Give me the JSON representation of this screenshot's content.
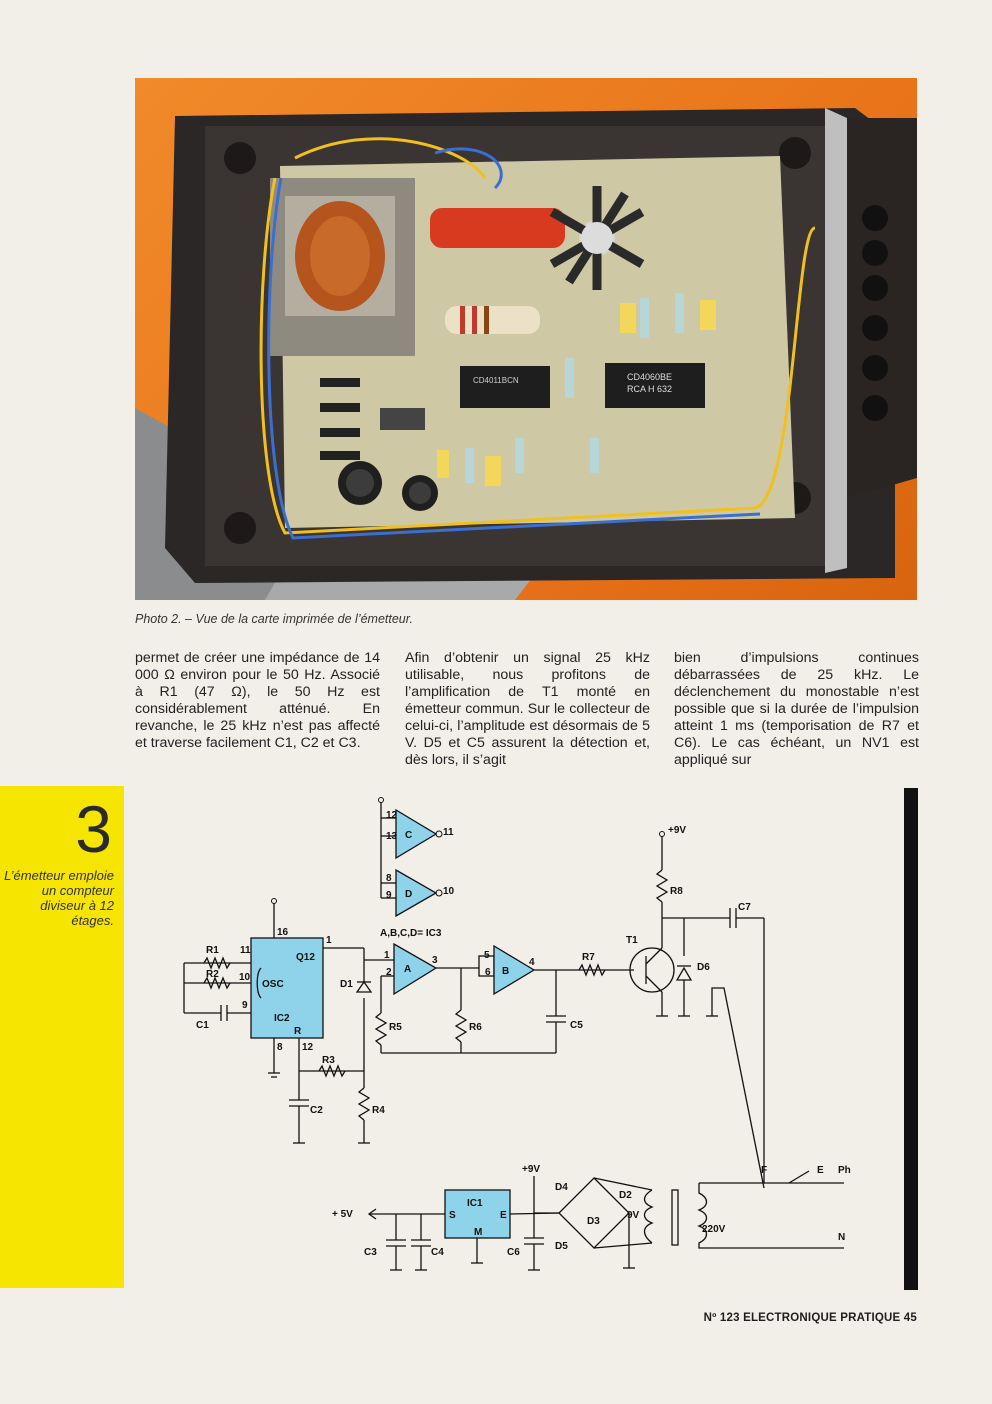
{
  "photo": {
    "caption": "Photo 2. – Vue de la carte imprimée de l’émetteur.",
    "chip1": [
      "CD4011BCN"
    ],
    "chip2": [
      "CD4060BE",
      "RCA H 632"
    ]
  },
  "columns": [
    "permet de créer une impédance de 14 000 Ω environ pour le 50 Hz. Associé à R1 (47 Ω), le 50 Hz est considérablement atténué. En revanche, le 25 kHz n’est pas affecté et traverse facilement C1, C2 et C3.",
    "Afin d’obtenir un signal 25 kHz utilisable, nous profitons de l’amplification de T1 monté en émetteur commun. Sur le collecteur de celui-ci, l’amplitude est désormais de 5 V. D5 et C5 assurent la détection et, dès lors, il s’agit",
    "bien d’impulsions continues débarrassées de 25 kHz. Le déclenchement du monostable n’est possible que si la durée de l’impulsion atteint 1 ms (temporisation de R7 et C6). Le cas échéant, un NV1 est appliqué sur"
  ],
  "figure": {
    "number": "3",
    "caption": "L’émetteur emploie un compteur diviseur à 12 étages."
  },
  "schematic": {
    "gates_label": "A,B,C,D= IC3",
    "plus9v": "+9V",
    "plus5v": "+ 5V",
    "v9": "9V",
    "v220": "220V",
    "labels": {
      "ic1": "IC1",
      "ic2": "IC2",
      "osc": "OSC",
      "q12": "Q12",
      "r": "R",
      "s": "S",
      "e": "E",
      "m": "M",
      "r1": "R1",
      "r2": "R2",
      "r3": "R3",
      "r4": "R4",
      "r5": "R5",
      "r6": "R6",
      "r7": "R7",
      "r8": "R8",
      "c1": "C1",
      "c2": "C2",
      "c3": "C3",
      "c4": "C4",
      "c5": "C5",
      "c6": "C6",
      "c7": "C7",
      "d1": "D1",
      "d2": "D2",
      "d3": "D3",
      "d4": "D4",
      "d5": "D5",
      "d6": "D6",
      "t1": "T1",
      "ga": "A",
      "gb": "B",
      "gc": "C",
      "gd": "D",
      "f": "F",
      "eph": "E",
      "ph": "Ph",
      "n": "N"
    }
  },
  "footer": "Nº 123 ELECTRONIQUE PRATIQUE 45"
}
